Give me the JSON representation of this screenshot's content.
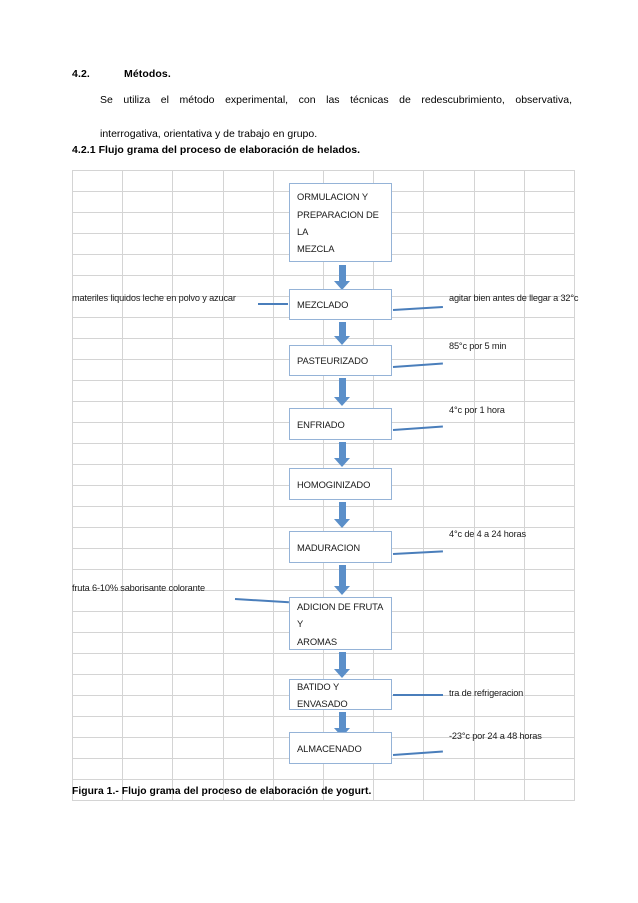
{
  "document": {
    "section": {
      "number": "4.2.",
      "title": "Métodos."
    },
    "paragraph_line_1": "Se utiliza el método experimental, con las técnicas de redescubrimiento, observativa,",
    "paragraph_line_2": "interrogativa, orientativa y de trabajo en grupo.",
    "subsection_heading": "4.2.1 Flujo grama del proceso de elaboración de helados.",
    "figure_caption": "Figura 1.- Flujo grama del proceso de elaboración de yogurt."
  },
  "colors": {
    "arrow_blue": "#5b8fc9",
    "connector_blue": "#4a7ebb",
    "box_border": "#95b3d7",
    "grid_line": "#d4d4d4",
    "text": "#1a1a1a"
  },
  "grid": {
    "columns": 10,
    "rows": 30
  },
  "flowchart": {
    "title": "Flujo grama del proceso de elaboración de helados",
    "steps": [
      {
        "id": "formulacion",
        "label": "ORMULACION Y\nPREPARACION DE LA\nMEZCLA"
      },
      {
        "id": "mezclado",
        "label": "MEZCLADO"
      },
      {
        "id": "pasteurizado",
        "label": "PASTEURIZADO"
      },
      {
        "id": "enfriado",
        "label": "ENFRIADO"
      },
      {
        "id": "homoginizado",
        "label": "HOMOGINIZADO"
      },
      {
        "id": "maduracion",
        "label": "MADURACION"
      },
      {
        "id": "adicion-fruta",
        "label": "ADICION DE FRUTA Y\nAROMAS"
      },
      {
        "id": "batido-envasado",
        "label": "BATIDO Y ENVASADO"
      },
      {
        "id": "almacenado",
        "label": "ALMACENADO"
      }
    ],
    "inputs_left": [
      {
        "for": "mezclado",
        "text": "materiles liquidos leche en polvo y azucar"
      },
      {
        "for": "adicion-fruta",
        "text": "fruta 6-10% saborisante colorante"
      }
    ],
    "notes_right": [
      {
        "for": "mezclado",
        "text": "agitar bien antes de llegar a 32°c"
      },
      {
        "for": "pasteurizado",
        "text": "85°c por 5 min"
      },
      {
        "for": "enfriado",
        "text": "4°c por 1 hora"
      },
      {
        "for": "maduracion",
        "text": "4°c de 4 a 24 horas"
      },
      {
        "for": "batido-envasado",
        "text": "tra de refrigeracion"
      },
      {
        "for": "almacenado",
        "text": "-23°c  por 24 a 48 horas"
      }
    ]
  }
}
